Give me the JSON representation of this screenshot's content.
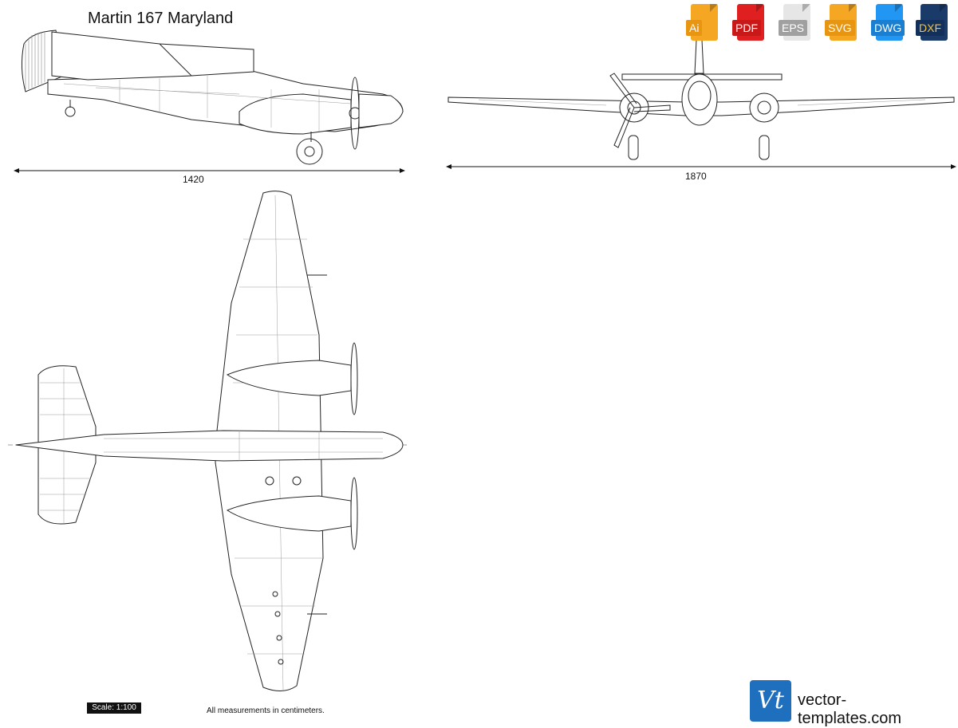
{
  "title": "Martin 167 Maryland",
  "dimensions": {
    "side_length": "1420",
    "front_span": "1870"
  },
  "formats": [
    {
      "label": "Ai",
      "color": "#f5a623"
    },
    {
      "label": "PDF",
      "color": "#e02020"
    },
    {
      "label": "EPS",
      "color": "#e0e0e0"
    },
    {
      "label": "SVG",
      "color": "#f5a623"
    },
    {
      "label": "DWG",
      "color": "#2196f3"
    },
    {
      "label": "DXF",
      "color": "#1a3a6a"
    }
  ],
  "scale": "Scale: 1:100",
  "note": "All measurements in centimeters.",
  "brand": {
    "logo": "Vt",
    "url": "vector-templates.com"
  },
  "watermark": "vector-templates.com"
}
